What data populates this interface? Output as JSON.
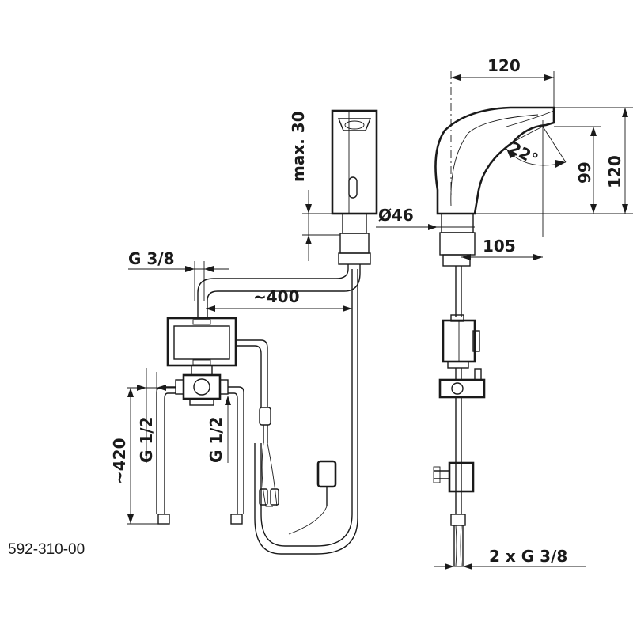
{
  "part_number": "592-310-00",
  "labels": {
    "front_max30": "max. 30",
    "front_g38": "G 3/8",
    "front_400": "~400",
    "front_420": "~420",
    "front_g12_left": "G 1/2",
    "front_g12_right": "G 1/2",
    "side_120_top": "120",
    "side_120_right": "120",
    "side_99": "99",
    "side_22deg": "22°",
    "side_d46": "Ø46",
    "side_105": "105",
    "side_2xg38": "2 x G 3/8"
  },
  "colors": {
    "line": "#1a1a1a",
    "background": "#ffffff"
  }
}
